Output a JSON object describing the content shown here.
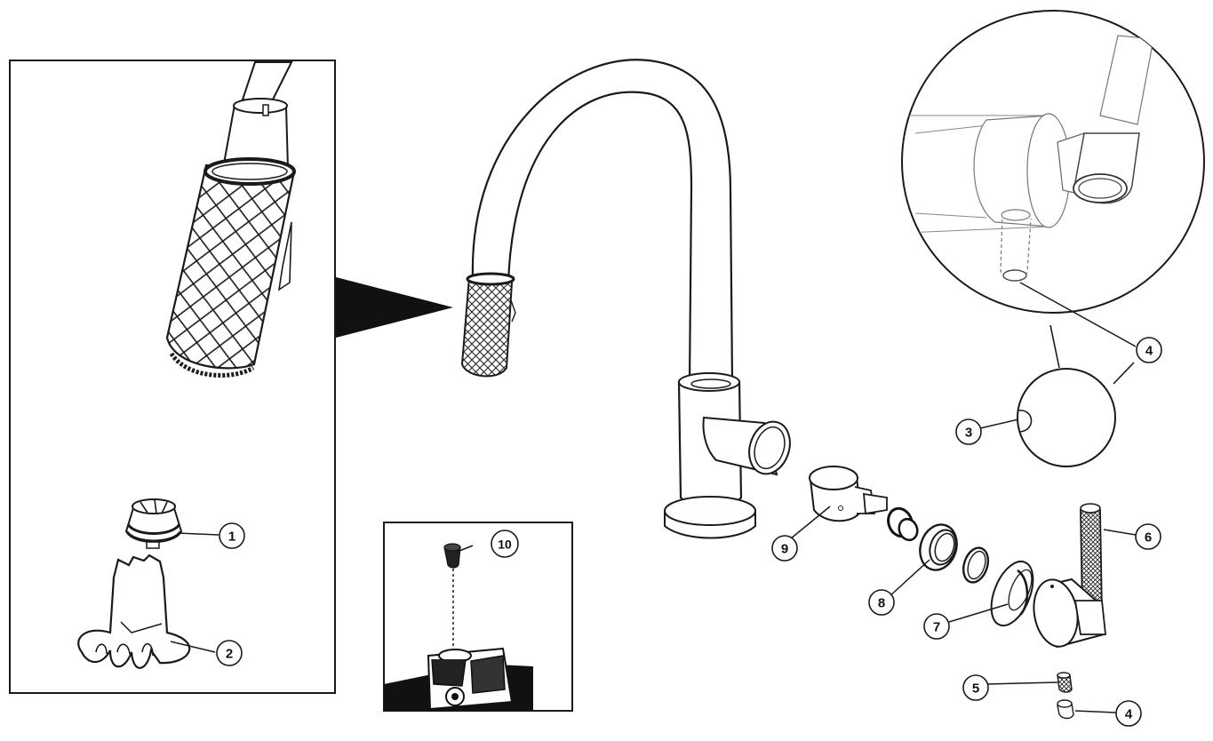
{
  "callouts": [
    {
      "id": "c1",
      "label": "1"
    },
    {
      "id": "c2",
      "label": "2"
    },
    {
      "id": "c3",
      "label": "3"
    },
    {
      "id": "c4a",
      "label": "4"
    },
    {
      "id": "c4b",
      "label": "4"
    },
    {
      "id": "c5",
      "label": "5"
    },
    {
      "id": "c6",
      "label": "6"
    },
    {
      "id": "c7",
      "label": "7"
    },
    {
      "id": "c8",
      "label": "8"
    },
    {
      "id": "c9",
      "label": "9"
    },
    {
      "id": "c10",
      "label": "10"
    }
  ],
  "colors": {
    "line": "#1a1a1a",
    "fill": "#ffffff",
    "dark": "#111111"
  }
}
